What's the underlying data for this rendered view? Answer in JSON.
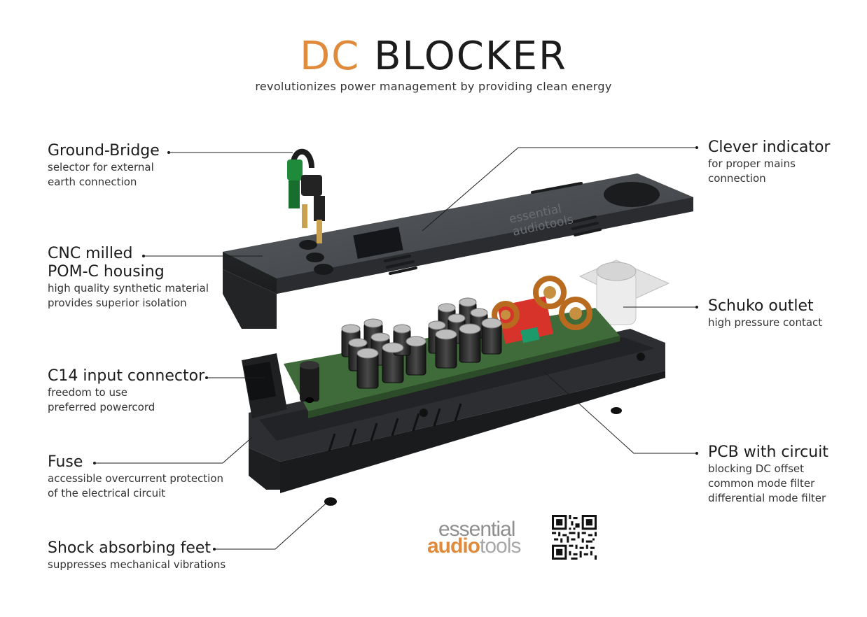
{
  "title": {
    "accent": "DC",
    "main": "BLOCKER"
  },
  "subtitle": "revolutionizes power management by providing clean energy",
  "callouts": {
    "ground_bridge": {
      "head": "Ground-Bridge",
      "lines": [
        "selector for external",
        "earth connection"
      ]
    },
    "cnc_housing": {
      "head_lines": [
        "CNC milled",
        "POM-C housing"
      ],
      "lines": [
        "high quality synthetic material",
        "provides superior isolation"
      ]
    },
    "c14": {
      "head": "C14 input connector",
      "lines": [
        "freedom to use",
        "preferred powercord"
      ]
    },
    "fuse": {
      "head": "Fuse",
      "lines": [
        "accessible overcurrent protection",
        "of the electrical circuit"
      ]
    },
    "feet": {
      "head": "Shock absorbing feet",
      "lines": [
        "suppresses mechanical vibrations"
      ]
    },
    "indicator": {
      "head": "Clever indicator",
      "lines": [
        "for proper mains",
        "connection"
      ]
    },
    "schuko": {
      "head": "Schuko outlet",
      "lines": [
        "high pressure contact"
      ]
    },
    "pcb": {
      "head": "PCB with circuit",
      "lines": [
        "blocking DC offset",
        "common mode filter",
        "differential mode filter"
      ]
    }
  },
  "logo": {
    "line1": "essential",
    "line2a": "audio",
    "line2b": "tools"
  },
  "product_text": {
    "line1": "essential",
    "line2": "audiotools"
  },
  "colors": {
    "accent": "#e08a3c",
    "housing": "#3a3d40",
    "pcb": "#3f6b3a"
  }
}
